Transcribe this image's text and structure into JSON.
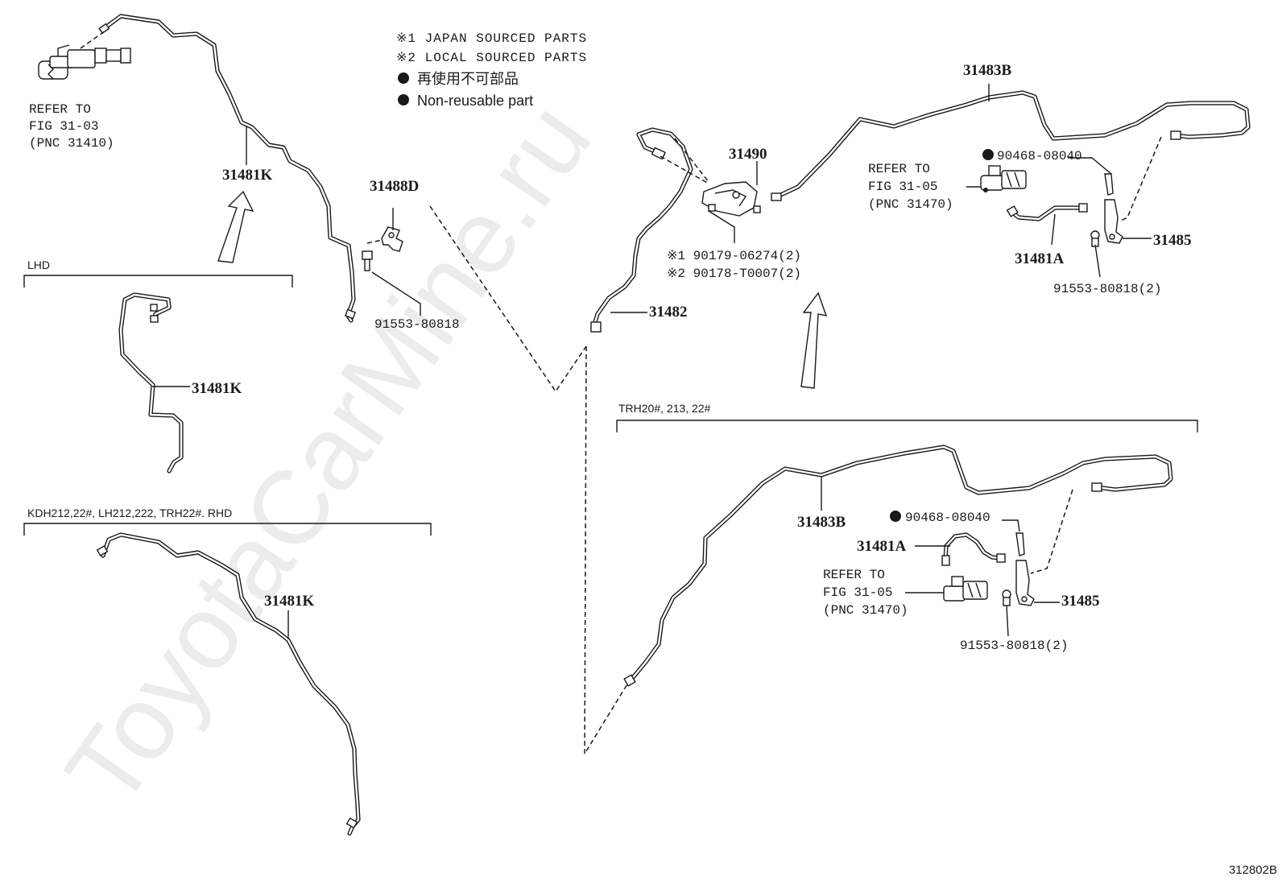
{
  "watermark": "ToyotaCarMine.ru",
  "figure_code": "312802B",
  "notes": {
    "n1": "※1 JAPAN SOURCED PARTS",
    "n2": "※2 LOCAL SOURCED PARTS",
    "n3": "再使用不可部品",
    "n4": "Non-reusable part"
  },
  "sections": {
    "lhd": "LHD",
    "rhd": "KDH212,22#, LH212,222, TRH22#. RHD",
    "trh": "TRH20#, 213, 22#"
  },
  "refs": {
    "a": [
      "REFER TO",
      "FIG 31-03",
      "(PNC 31410)"
    ],
    "b": [
      "REFER TO",
      "FIG 31-05",
      "(PNC 31470)"
    ],
    "c": [
      "REFER TO",
      "FIG 31-05",
      "(PNC 31470)"
    ]
  },
  "parts": {
    "p31481k_top": "31481K",
    "p31481k_lhd": "31481K",
    "p31481k_rhd": "31481K",
    "p31488d": "31488D",
    "p91553_a": "91553-80818",
    "p31490": "31490",
    "p90179": "※1 90179-06274(2)",
    "p90178": "※2 90178-T0007(2)",
    "p31482": "31482",
    "p31483b_top": "31483B",
    "p90468_a": "90468-08040",
    "p31481a_a": "31481A",
    "p31485_a": "31485",
    "p91553_b": "91553-80818(2)",
    "p31483b_b": "31483B",
    "p90468_b": "90468-08040",
    "p31481a_b": "31481A",
    "p31485_b": "31485",
    "p91553_c": "91553-80818(2)"
  }
}
